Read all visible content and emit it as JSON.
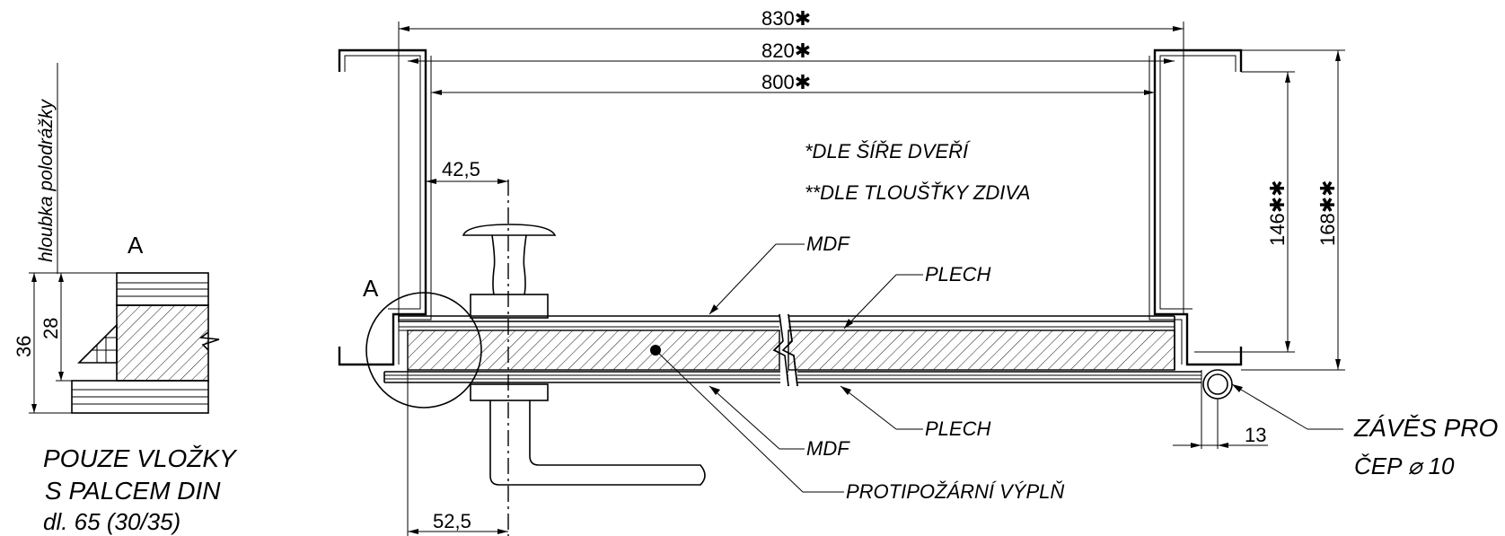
{
  "dimensions": {
    "d830": "830✱",
    "d820": "820✱",
    "d800": "800✱",
    "d42_5": "42,5",
    "d52_5": "52,5",
    "d146": "146✱✱",
    "d168": "168✱✱",
    "d13": "13",
    "d36": "36",
    "d28": "28"
  },
  "notes": {
    "door_width": "*DLE ŠÍŘE DVEŘÍ",
    "wall_thickness": "**DLE TLOUŠŤKY ZDIVA"
  },
  "labels": {
    "mdf_top": "MDF",
    "plech_top": "PLECH",
    "plech_bottom": "PLECH",
    "mdf_bottom": "MDF",
    "fire_filling": "PROTIPOŽÁRNÍ VÝPLŇ",
    "hinge_line1": "ZÁVĚS PRO",
    "hinge_line2": "ČEP ⌀ 10",
    "detail_A_main": "A",
    "detail_A_view": "A",
    "groove_depth": "hloubka polodrážky"
  },
  "detail_note": {
    "line1": "POUZE VLOŽKY",
    "line2": "S PALCEM DIN",
    "line3": "dl. 65 (30/35)"
  },
  "colors": {
    "line": "#000000",
    "background": "#ffffff"
  }
}
